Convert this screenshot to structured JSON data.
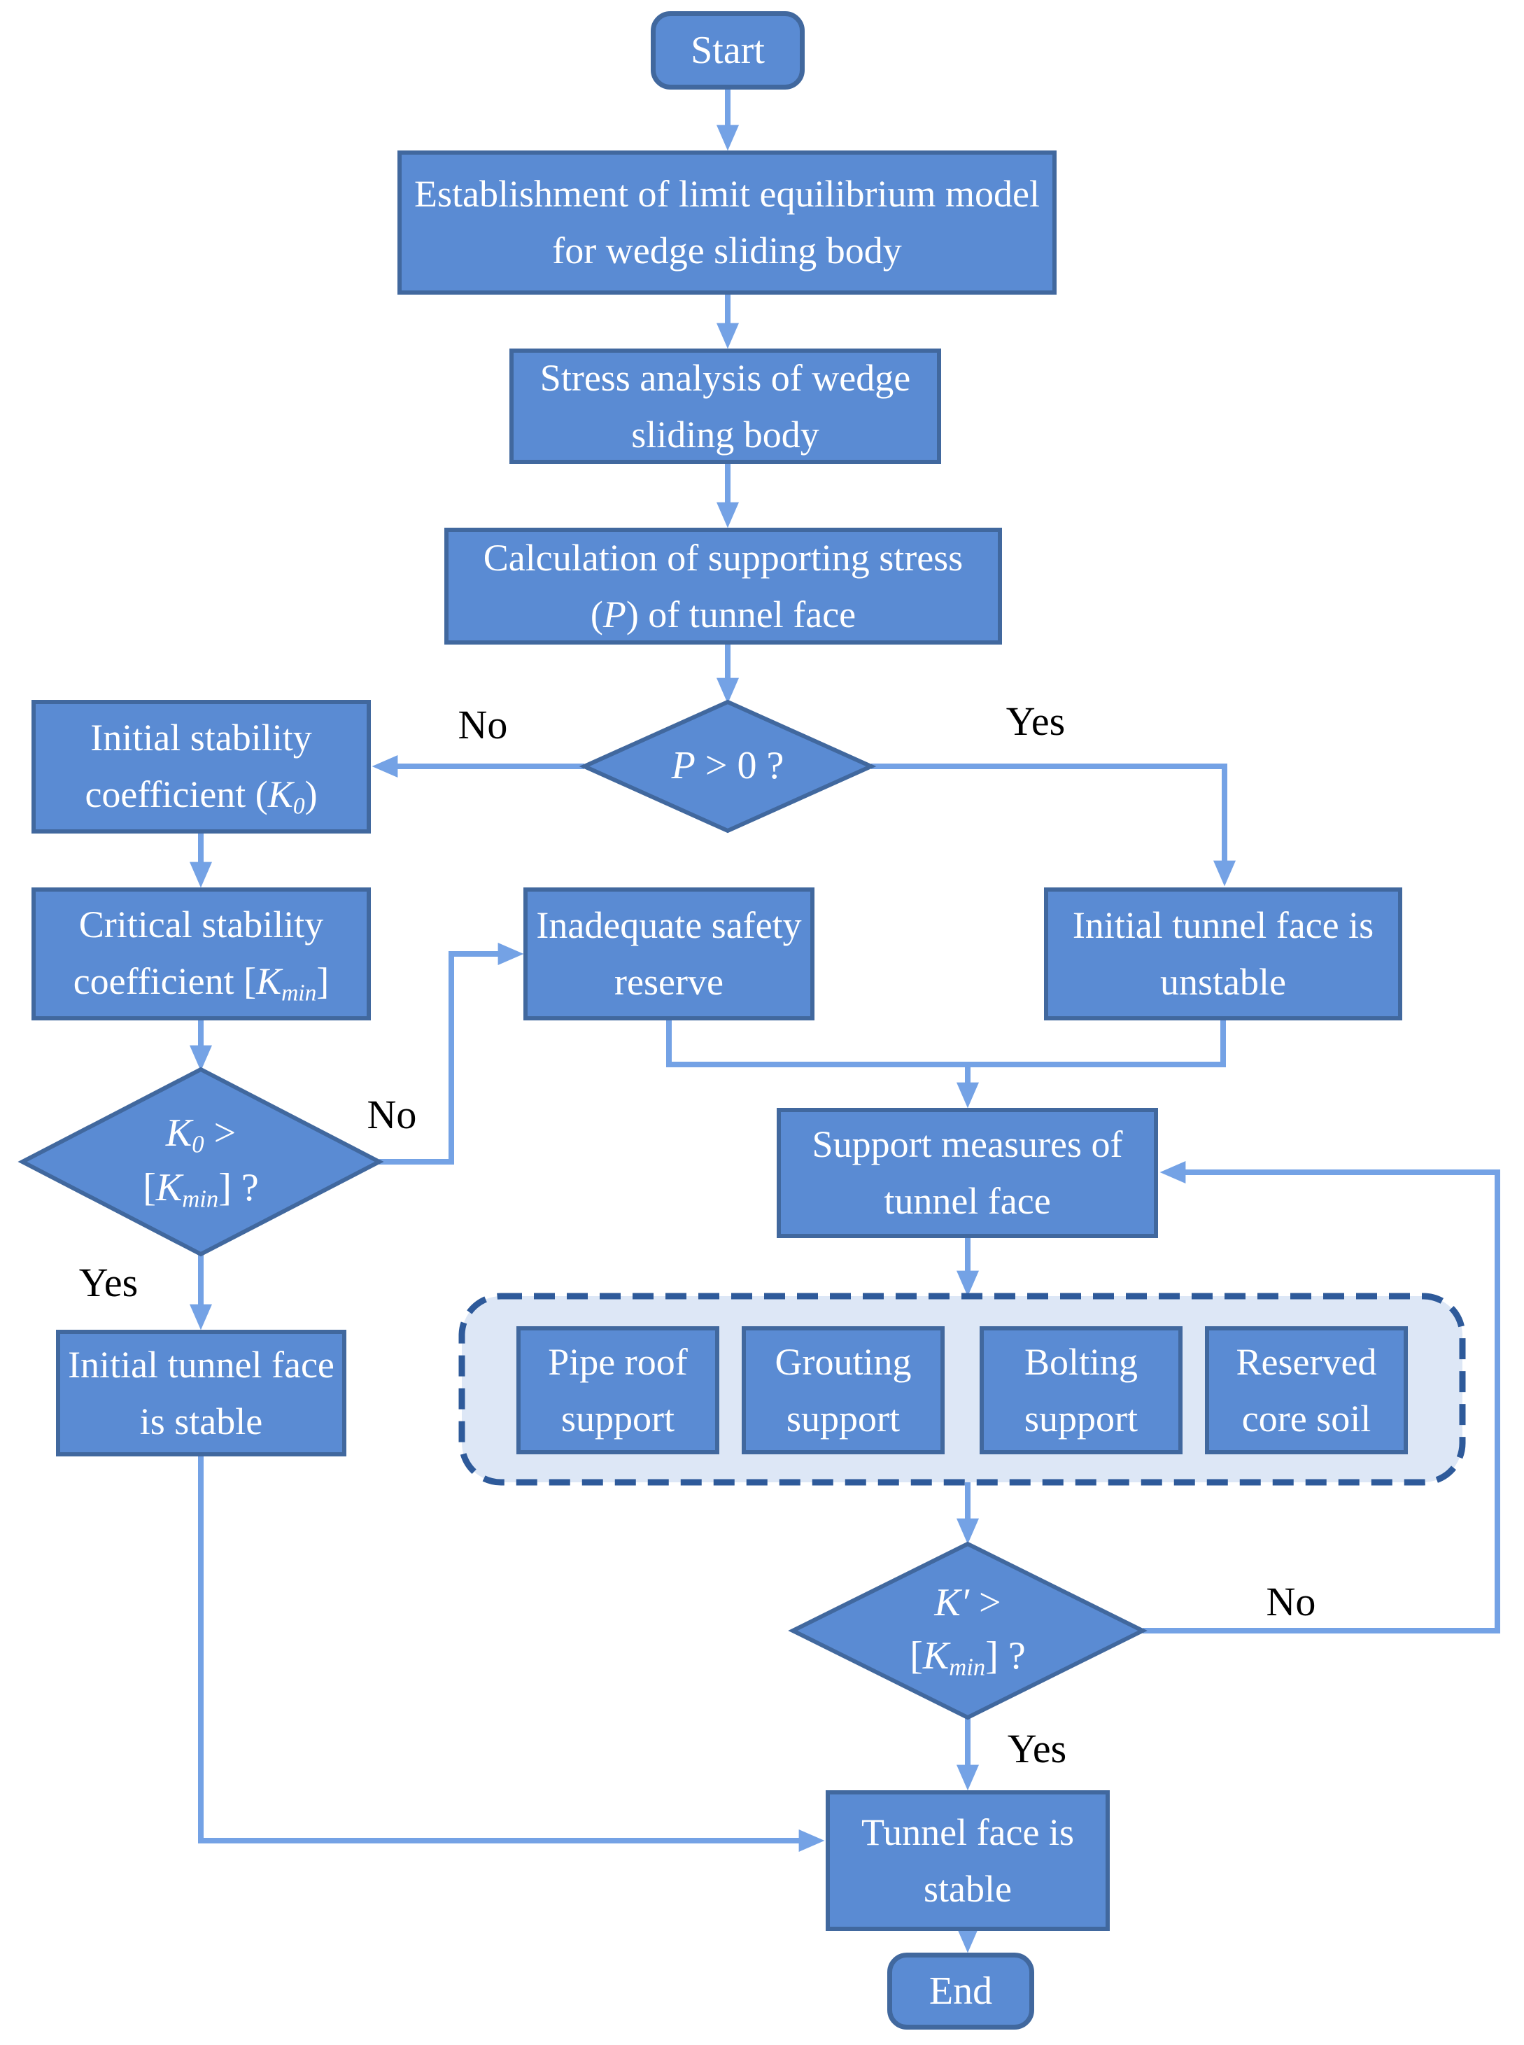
{
  "flowchart": {
    "colors": {
      "node_fill": "#5a8bd3",
      "node_border": "#41689e",
      "connector": "#74a2e5",
      "container_fill": "#dde7f6",
      "container_border": "#2e5a9a",
      "node_text": "#ffffff",
      "label_text": "#000000"
    },
    "nodes": {
      "start": {
        "label": "Start"
      },
      "establishment": {
        "label": "Establishment of limit equilibrium model for wedge sliding body"
      },
      "stress_analysis": {
        "label": "Stress analysis of wedge sliding body"
      },
      "support_stress_calc": {
        "pre": "Calculation of supporting stress (",
        "var": "P",
        "post": ") of tunnel face"
      },
      "p_check": {
        "var": "P",
        "rest": " > 0 ?"
      },
      "initial_coefficient": {
        "pre": "Initial stability coefficient (",
        "var": "K",
        "sub": "0",
        "post": ")"
      },
      "critical_coefficient": {
        "pre": "Critical stability coefficient [",
        "var": "K",
        "sub": "min",
        "post": "]"
      },
      "k0_check": {
        "line1_var": "K",
        "line1_sub": "0",
        "line1_post": " >",
        "line2_pre": "[",
        "line2_var": "K",
        "line2_sub": "min",
        "line2_post": "] ?"
      },
      "inadequate_reserve": {
        "label": "Inadequate safety reserve"
      },
      "initial_unstable": {
        "label": "Initial tunnel face is unstable"
      },
      "support_measures": {
        "label": "Support measures of tunnel face"
      },
      "measures": [
        {
          "label": "Pipe roof support"
        },
        {
          "label": "Grouting support"
        },
        {
          "label": "Bolting support"
        },
        {
          "label": "Reserved core soil"
        }
      ],
      "k_prime_check": {
        "line1_var": "K′",
        "line1_post": " >",
        "line2_pre": "[",
        "line2_var": "K",
        "line2_sub": "min",
        "line2_post": "] ?"
      },
      "initial_stable": {
        "label": "Initial tunnel face is stable"
      },
      "stable": {
        "label": "Tunnel face is stable"
      },
      "end": {
        "label": "End"
      }
    },
    "edge_labels": {
      "p_no": "No",
      "p_yes": "Yes",
      "k0_no": "No",
      "k0_yes": "Yes",
      "k_no": "No",
      "k_yes": "Yes"
    }
  }
}
